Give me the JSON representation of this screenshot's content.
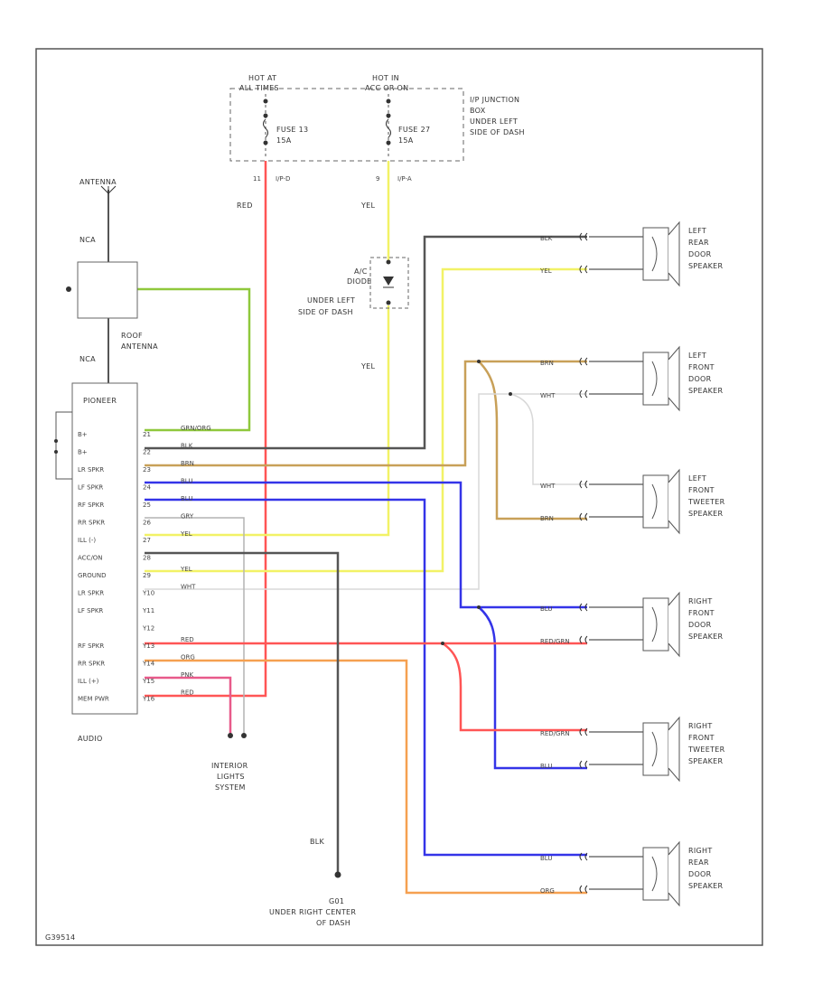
{
  "fuse_box": {
    "hot_left_1": "HOT AT",
    "hot_left_2": "ALL TIMES",
    "hot_right_1": "HOT IN",
    "hot_right_2": "ACC OR ON",
    "fuse_left_1": "FUSE 13",
    "fuse_left_2": "15A",
    "fuse_right_1": "FUSE 27",
    "fuse_right_2": "15A",
    "desc_1": "I/P JUNCTION",
    "desc_2": "BOX",
    "desc_3": "UNDER LEFT",
    "desc_4": "SIDE OF DASH",
    "pin_left_num": "11",
    "pin_left_conn": "I/P-D",
    "pin_right_num": "9",
    "pin_right_conn": "I/P-A"
  },
  "antenna": {
    "label": "ANTENNA",
    "wire_top": "NCA",
    "wire_bottom": "NCA",
    "box_1": "ROOF",
    "box_2": "ANTENNA"
  },
  "wires": {
    "red": "RED",
    "yel_top": "YEL",
    "yel_bottom": "YEL",
    "blk_ground": "BLK"
  },
  "diode": {
    "line1": "A/C",
    "line2": "DIODE",
    "desc_1": "UNDER LEFT",
    "desc_2": "SIDE OF DASH"
  },
  "radio": {
    "title": "PIONEER",
    "name": "AUDIO",
    "pins": [
      {
        "label": "B+",
        "num": "21",
        "wire": "GRN/ORG"
      },
      {
        "label": "B+",
        "num": "22",
        "wire": "BLK"
      },
      {
        "label": "LR SPKR",
        "num": "23",
        "wire": "BRN"
      },
      {
        "label": "LF SPKR",
        "num": "24",
        "wire": "BLU"
      },
      {
        "label": "RF SPKR",
        "num": "25",
        "wire": "BLU"
      },
      {
        "label": "RR SPKR",
        "num": "26",
        "wire": "GRY"
      },
      {
        "label": "ILL (-)",
        "num": "27",
        "wire": "YEL"
      },
      {
        "label": "ACC/ON",
        "num": "28",
        "wire": ""
      },
      {
        "label": "GROUND",
        "num": "29",
        "wire": "YEL"
      },
      {
        "label": "LR SPKR",
        "num": "Y10",
        "wire": "WHT"
      },
      {
        "label": "LF SPKR",
        "num": "Y11",
        "wire": ""
      },
      {
        "label": "",
        "num": "Y12",
        "wire": ""
      },
      {
        "label": "RF SPKR",
        "num": "Y13",
        "wire": "RED"
      },
      {
        "label": "RR SPKR",
        "num": "Y14",
        "wire": "ORG"
      },
      {
        "label": "ILL (+)",
        "num": "Y15",
        "wire": "PNK"
      },
      {
        "label": "MEM PWR",
        "num": "Y16",
        "wire": "RED"
      }
    ]
  },
  "interior_lights": {
    "line1": "INTERIOR",
    "line2": "LIGHTS",
    "line3": "SYSTEM"
  },
  "ground": {
    "line1": "G01",
    "line2": "UNDER RIGHT CENTER",
    "line3": "OF DASH"
  },
  "speakers": [
    {
      "l1": "LEFT",
      "l2": "REAR",
      "l3": "DOOR",
      "l4": "SPEAKER",
      "w1": "BLK",
      "w2": "YEL"
    },
    {
      "l1": "LEFT",
      "l2": "FRONT",
      "l3": "DOOR",
      "l4": "SPEAKER",
      "w1": "BRN",
      "w2": "WHT"
    },
    {
      "l1": "LEFT",
      "l2": "FRONT",
      "l3": "TWEETER",
      "l4": "SPEAKER",
      "w1": "WHT",
      "w2": "BRN"
    },
    {
      "l1": "RIGHT",
      "l2": "FRONT",
      "l3": "DOOR",
      "l4": "SPEAKER",
      "w1": "BLU",
      "w2": "RED/GRN"
    },
    {
      "l1": "RIGHT",
      "l2": "FRONT",
      "l3": "TWEETER",
      "l4": "SPEAKER",
      "w1": "RED/GRN",
      "w2": "BLU"
    },
    {
      "l1": "RIGHT",
      "l2": "REAR",
      "l3": "DOOR",
      "l4": "SPEAKER",
      "w1": "BLU",
      "w2": "ORG"
    }
  ],
  "footer_code": "G39514",
  "colors": {
    "red": "#ff5555",
    "yellow": "#f2f266",
    "blue": "#3434e8",
    "brown": "#c8a058",
    "green": "#8fc83c",
    "orange": "#f5a050",
    "black": "#555555",
    "pink": "#e85a8a",
    "white_wire": "#d8d8d8",
    "gray_wire": "#b4b4b4"
  }
}
